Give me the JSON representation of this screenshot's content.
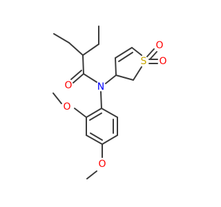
{
  "colors": {
    "background": "#ffffff",
    "bond": "#3a3a3a",
    "oxygen": "#ff0000",
    "nitrogen": "#0000ff",
    "sulfur": "#c8a800"
  },
  "atoms": {
    "amide_oxygen": "O",
    "amide_nitrogen": "N",
    "ring_sulfur": "S",
    "sulfonyl_oxygen_top": "O",
    "sulfonyl_oxygen_right": "O",
    "methoxy_oxygen_ortho": "O",
    "methoxy_oxygen_para": "O"
  }
}
